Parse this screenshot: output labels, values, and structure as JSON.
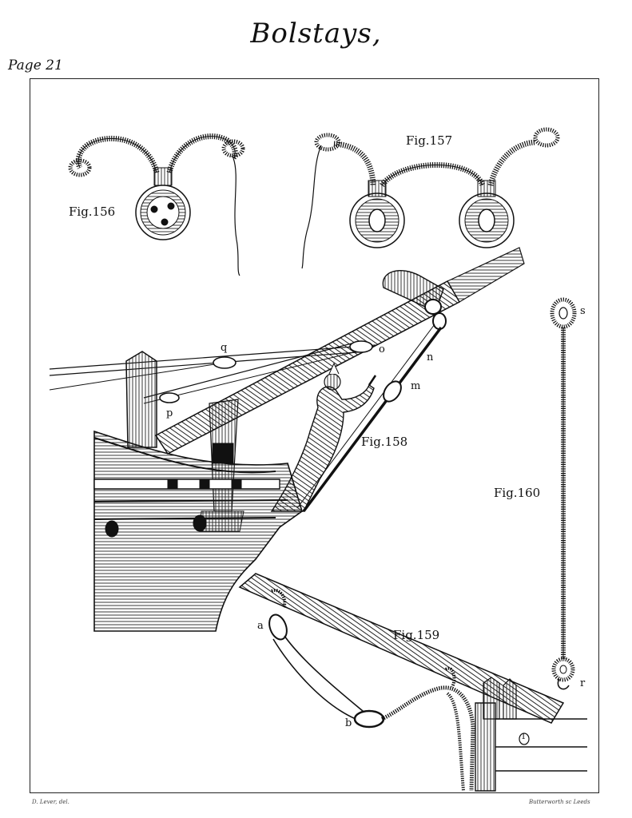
{
  "title": "Bolstays,",
  "page_label": "Page 21",
  "figures": {
    "fig156": "Fig.156",
    "fig157": "Fig.157",
    "fig158": "Fig.158",
    "fig159": "Fig.159",
    "fig160": "Fig.160"
  },
  "letters": {
    "q": "q",
    "o": "o",
    "n": "n",
    "m": "m",
    "p": "p",
    "s": "s",
    "r": "r",
    "a": "a",
    "b": "b",
    "one": "1"
  },
  "credits": {
    "left": "D. Lever, del.",
    "right": "Butterworth sc Leeds"
  },
  "colors": {
    "ink": "#111111",
    "paper": "#ffffff"
  }
}
